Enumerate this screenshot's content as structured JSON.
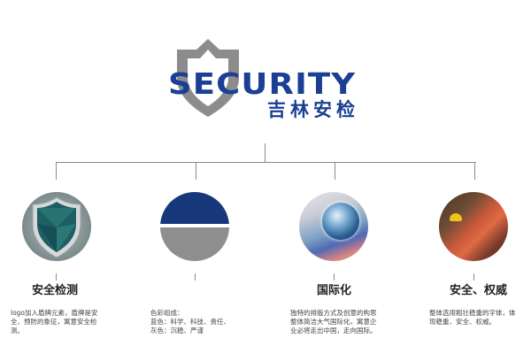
{
  "logo": {
    "word": "SECURITY",
    "subtitle": "吉林安检",
    "colors": {
      "brand_blue": "#1b3f94",
      "shield_gray": "#8c8c8c"
    }
  },
  "items": [
    {
      "title": "安全检测",
      "icon": "shield-icon",
      "desc": "logo加入盾牌元素，盾牌是安全、预防的象征，寓意安全检测。"
    },
    {
      "title": "",
      "icon": "color-split-circle",
      "desc_lines": [
        "色彩组成：",
        "蓝色：科学、科技、责任、",
        "灰色：沉稳、严谨"
      ],
      "colors": {
        "blue": "#17397b",
        "gray": "#8e8e8e"
      }
    },
    {
      "title": "国际化",
      "icon": "globe-icon",
      "desc": "独特的排版方式及创意的构思整体简洁大气国际化，寓意企业必将走出中国，走向国际。"
    },
    {
      "title": "安全、权威",
      "icon": "workers-photo",
      "desc": "整体选用粗壮稳重的字体，体现稳重、安全、权威。"
    }
  ]
}
